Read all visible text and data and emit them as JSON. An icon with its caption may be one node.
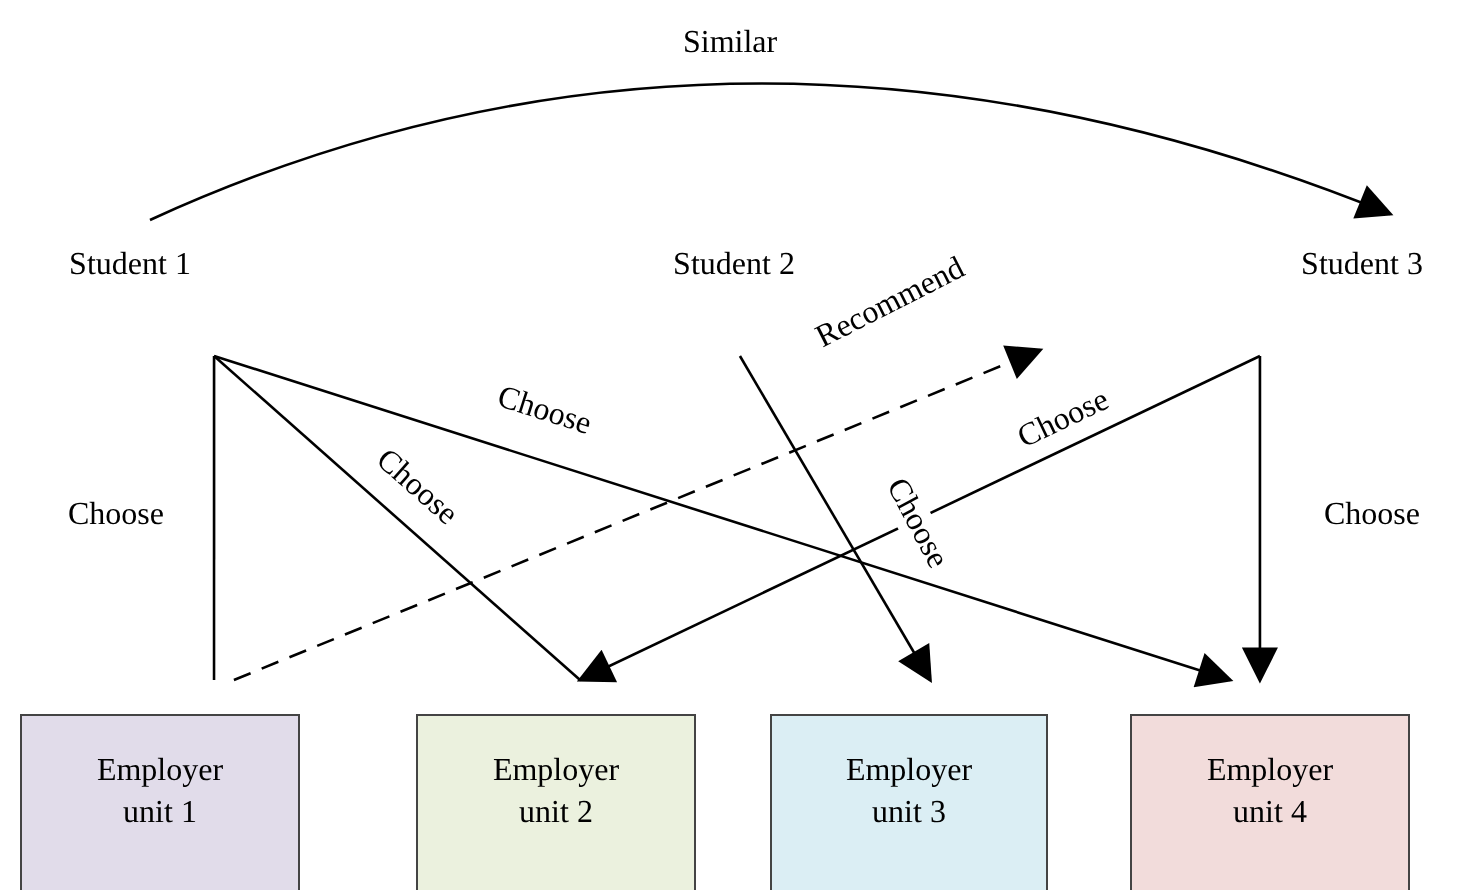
{
  "diagram": {
    "nodes": [
      {
        "text": [
          "Student 1"
        ]
      },
      {
        "text": [
          "Student 2"
        ]
      },
      {
        "text": [
          "Student 3"
        ]
      },
      {
        "text": [
          "Employer unit 1"
        ]
      },
      {
        "text": [
          "Employer unit 2"
        ]
      },
      {
        "text": [
          "Employer unit 3"
        ]
      },
      {
        "text": [
          "Employer unit 4"
        ]
      }
    ],
    "edges": [
      {
        "from": 0,
        "to": 2,
        "arrow": "to",
        "label": "Similar"
      },
      {
        "from": 0,
        "to": 3,
        "arrow": "none",
        "label": "Choose"
      },
      {
        "from": 0,
        "to": 4,
        "arrow": "none",
        "label": "Choose"
      },
      {
        "from": 0,
        "to": 6,
        "arrow": "to",
        "label": "Choose"
      },
      {
        "from": 1,
        "to": 5,
        "arrow": "to",
        "label": "Choose"
      },
      {
        "from": 2,
        "to": 4,
        "arrow": "to",
        "label": "Choose"
      },
      {
        "from": 2,
        "to": 6,
        "arrow": "to",
        "label": "Choose"
      },
      {
        "from": 3,
        "to": null,
        "arrow": "to",
        "label": "Recommend",
        "style": "dashed"
      }
    ]
  }
}
